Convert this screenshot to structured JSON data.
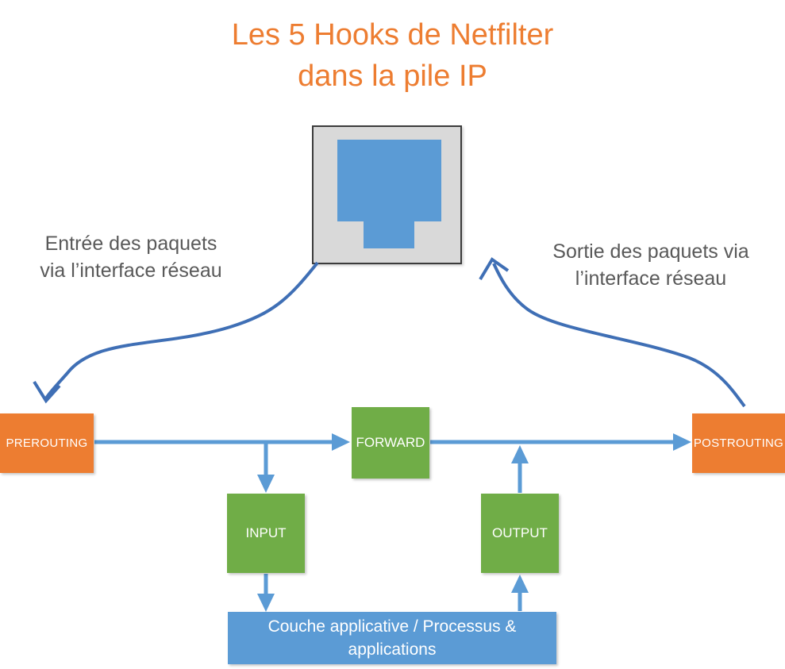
{
  "page": {
    "title_line1": "Les 5 Hooks de Netfilter",
    "title_line2": "dans la pile IP",
    "title_full": "Les 5 Hooks de Netfilter\ndans la pile IP",
    "background_color": "#FFFFFF"
  },
  "colors": {
    "title": "#ED7D31",
    "caption_text": "#595959",
    "hook_nat": "#ED7D31",
    "hook_filter": "#70AD47",
    "app_layer": "#5B9BD5",
    "arrow_straight": "#5B9BD5",
    "arrow_curve": "#3F6FB5",
    "icon_frame": "#D9D9D9",
    "icon_border": "#3B3B3B",
    "icon_plug": "#5B9BD5",
    "box_label": "#FFFFFF"
  },
  "icon": {
    "name": "network-interface-icon",
    "label": "ethernet-rj45-port"
  },
  "captions": {
    "inbound": {
      "line1": "Entrée des paquets",
      "line2": "via l’interface réseau",
      "full": "Entrée des paquets\nvia l’interface réseau"
    },
    "outbound": {
      "line1": "Sortie des paquets via",
      "line2": "l’interface réseau",
      "full": "Sortie des paquets via\nl’interface réseau"
    }
  },
  "hooks": [
    {
      "id": "prerouting",
      "label": "PREROUTING",
      "color": "#ED7D31"
    },
    {
      "id": "forward",
      "label": "FORWARD",
      "color": "#70AD47"
    },
    {
      "id": "postrouting",
      "label": "POSTROUTING",
      "color": "#ED7D31"
    },
    {
      "id": "input",
      "label": "INPUT",
      "color": "#70AD47"
    },
    {
      "id": "output",
      "label": "OUTPUT",
      "color": "#70AD47"
    }
  ],
  "app_layer": {
    "line1": "Couche applicative / Processus &",
    "line2": "applications",
    "full": "Couche applicative / Processus &\napplications"
  },
  "flows": [
    {
      "from": "network-interface",
      "to": "prerouting",
      "style": "curved",
      "direction": "down-left"
    },
    {
      "from": "prerouting",
      "to": "forward",
      "style": "straight",
      "direction": "right"
    },
    {
      "from": "prerouting",
      "to": "input",
      "style": "straight",
      "direction": "down"
    },
    {
      "from": "input",
      "to": "app-layer",
      "style": "straight",
      "direction": "down"
    },
    {
      "from": "app-layer",
      "to": "output",
      "style": "straight",
      "direction": "up"
    },
    {
      "from": "output",
      "to": "forward-line",
      "style": "straight",
      "direction": "up"
    },
    {
      "from": "forward",
      "to": "postrouting",
      "style": "straight",
      "direction": "right"
    },
    {
      "from": "postrouting",
      "to": "network-interface",
      "style": "curved",
      "direction": "up-left"
    }
  ]
}
